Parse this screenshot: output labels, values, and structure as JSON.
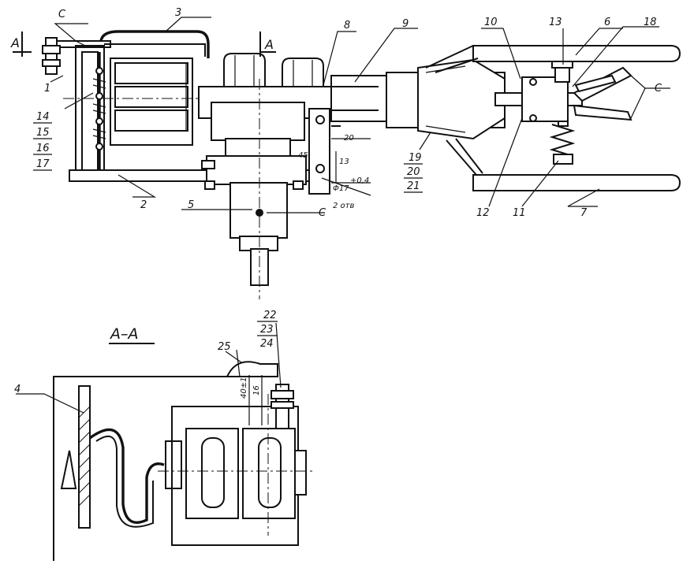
{
  "drawing": {
    "section_marker": "A",
    "section_title": "A–A",
    "dimension_bore": "Φ17",
    "dimension_tolerance": "+0,4",
    "dimension_holes": "2 отв",
    "dimension_13": "13",
    "dimension_20": "20",
    "dimension_40": "40±1",
    "dimension_16": "16",
    "dimension_45": "45",
    "weld_mark": "С",
    "callouts": {
      "c1": "1",
      "c2": "2",
      "c3": "3",
      "c4": "4",
      "c5": "5",
      "c6": "6",
      "c7": "7",
      "c8": "8",
      "c9": "9",
      "c10": "10",
      "c11": "11",
      "c12": "12",
      "c13": "13",
      "c14": "14",
      "c15": "15",
      "c16": "16",
      "c17": "17",
      "c18": "18",
      "c19": "19",
      "c20": "20",
      "c21": "21",
      "c22": "22",
      "c23": "23",
      "c24": "24",
      "c25": "25"
    }
  }
}
